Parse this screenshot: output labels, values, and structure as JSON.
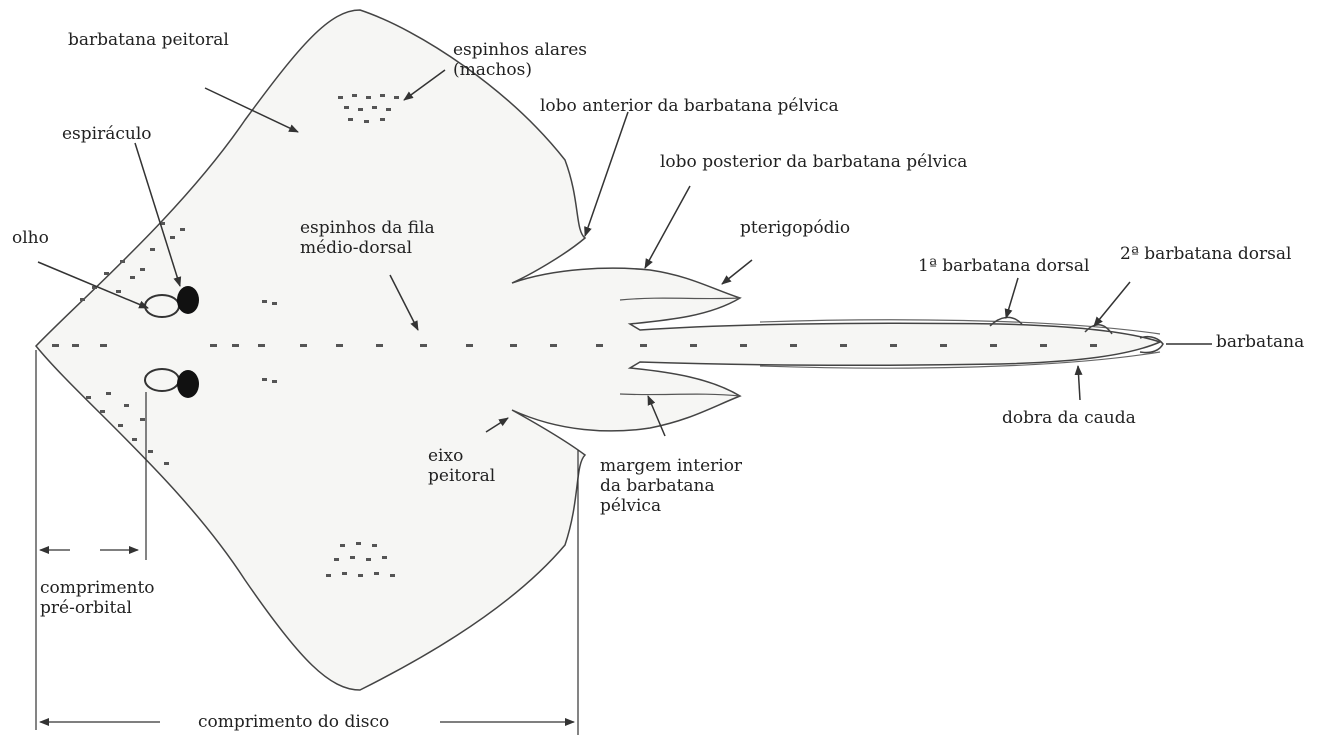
{
  "colors": {
    "ink": "#222222",
    "body_fill": "#f6f6f4",
    "outline": "#444444",
    "marks": "#555555"
  },
  "labels": {
    "pectoral_fin": "barbatana peitoral",
    "alar_spines": "espinhos alares\n(machos)",
    "pelvic_anterior_lobe": "lobo anterior da barbatana pélvica",
    "spiracle": "espiráculo",
    "pelvic_posterior_lobe": "lobo posterior da barbatana pélvica",
    "eye": "olho",
    "median_dorsal_spines": "espinhos da fila\nmédio-dorsal",
    "clasper": "pterigopódio",
    "first_dorsal_fin": "1ª barbatana dorsal",
    "second_dorsal_fin": "2ª barbatana dorsal",
    "caudal_fin": "barbatana",
    "tail_fold": "dobra da cauda",
    "pectoral_axis": "eixo\npeitoral",
    "pelvic_inner_margin": "margem interior\nda barbatana\npélvica",
    "preorbital_length": "comprimento\npré-orbital",
    "disc_length": "comprimento do disco"
  }
}
